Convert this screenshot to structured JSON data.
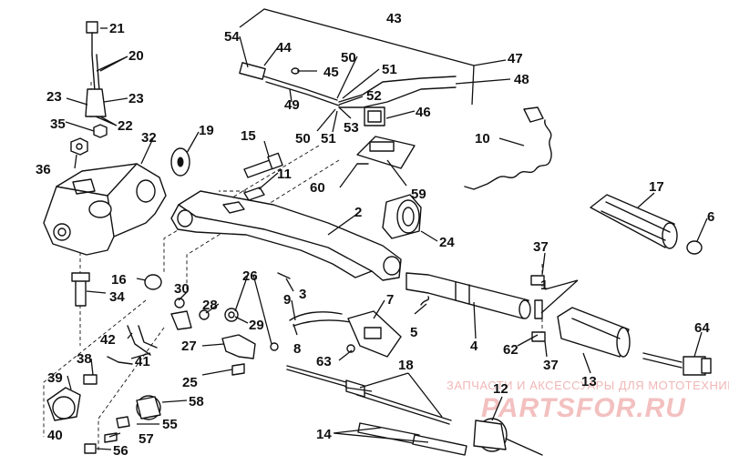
{
  "watermark": {
    "line1": "ЗАПЧАСТИ И АКСЕССУАРЫ ДЛЯ МОТОТЕХНИКИ",
    "line2": "PARTSFOR.RU"
  },
  "callouts": [
    {
      "id": "1",
      "label": "1"
    },
    {
      "id": "2",
      "label": "2"
    },
    {
      "id": "3",
      "label": "3"
    },
    {
      "id": "4",
      "label": "4"
    },
    {
      "id": "5",
      "label": "5"
    },
    {
      "id": "6",
      "label": "6"
    },
    {
      "id": "7",
      "label": "7"
    },
    {
      "id": "8",
      "label": "8"
    },
    {
      "id": "9",
      "label": "9"
    },
    {
      "id": "10",
      "label": "10"
    },
    {
      "id": "11",
      "label": "11"
    },
    {
      "id": "12",
      "label": "12"
    },
    {
      "id": "13",
      "label": "13"
    },
    {
      "id": "14",
      "label": "14"
    },
    {
      "id": "15",
      "label": "15"
    },
    {
      "id": "16",
      "label": "16"
    },
    {
      "id": "17",
      "label": "17"
    },
    {
      "id": "18",
      "label": "18"
    },
    {
      "id": "19",
      "label": "19"
    },
    {
      "id": "20",
      "label": "20"
    },
    {
      "id": "21",
      "label": "21"
    },
    {
      "id": "22",
      "label": "22"
    },
    {
      "id": "23a",
      "label": "23"
    },
    {
      "id": "23b",
      "label": "23"
    },
    {
      "id": "24",
      "label": "24"
    },
    {
      "id": "25",
      "label": "25"
    },
    {
      "id": "26",
      "label": "26"
    },
    {
      "id": "27",
      "label": "27"
    },
    {
      "id": "28",
      "label": "28"
    },
    {
      "id": "29",
      "label": "29"
    },
    {
      "id": "30",
      "label": "30"
    },
    {
      "id": "32",
      "label": "32"
    },
    {
      "id": "34",
      "label": "34"
    },
    {
      "id": "35",
      "label": "35"
    },
    {
      "id": "36",
      "label": "36"
    },
    {
      "id": "37a",
      "label": "37"
    },
    {
      "id": "37b",
      "label": "37"
    },
    {
      "id": "38",
      "label": "38"
    },
    {
      "id": "39",
      "label": "39"
    },
    {
      "id": "40",
      "label": "40"
    },
    {
      "id": "41",
      "label": "41"
    },
    {
      "id": "42",
      "label": "42"
    },
    {
      "id": "43",
      "label": "43"
    },
    {
      "id": "44",
      "label": "44"
    },
    {
      "id": "45",
      "label": "45"
    },
    {
      "id": "46",
      "label": "46"
    },
    {
      "id": "47",
      "label": "47"
    },
    {
      "id": "48",
      "label": "48"
    },
    {
      "id": "49",
      "label": "49"
    },
    {
      "id": "50a",
      "label": "50"
    },
    {
      "id": "50b",
      "label": "50"
    },
    {
      "id": "51a",
      "label": "51"
    },
    {
      "id": "51b",
      "label": "51"
    },
    {
      "id": "52",
      "label": "52"
    },
    {
      "id": "53",
      "label": "53"
    },
    {
      "id": "54",
      "label": "54"
    },
    {
      "id": "55",
      "label": "55"
    },
    {
      "id": "56",
      "label": "56"
    },
    {
      "id": "57",
      "label": "57"
    },
    {
      "id": "58",
      "label": "58"
    },
    {
      "id": "59",
      "label": "59"
    },
    {
      "id": "60",
      "label": "60"
    },
    {
      "id": "62",
      "label": "62"
    },
    {
      "id": "63",
      "label": "63"
    },
    {
      "id": "64",
      "label": "64"
    }
  ]
}
